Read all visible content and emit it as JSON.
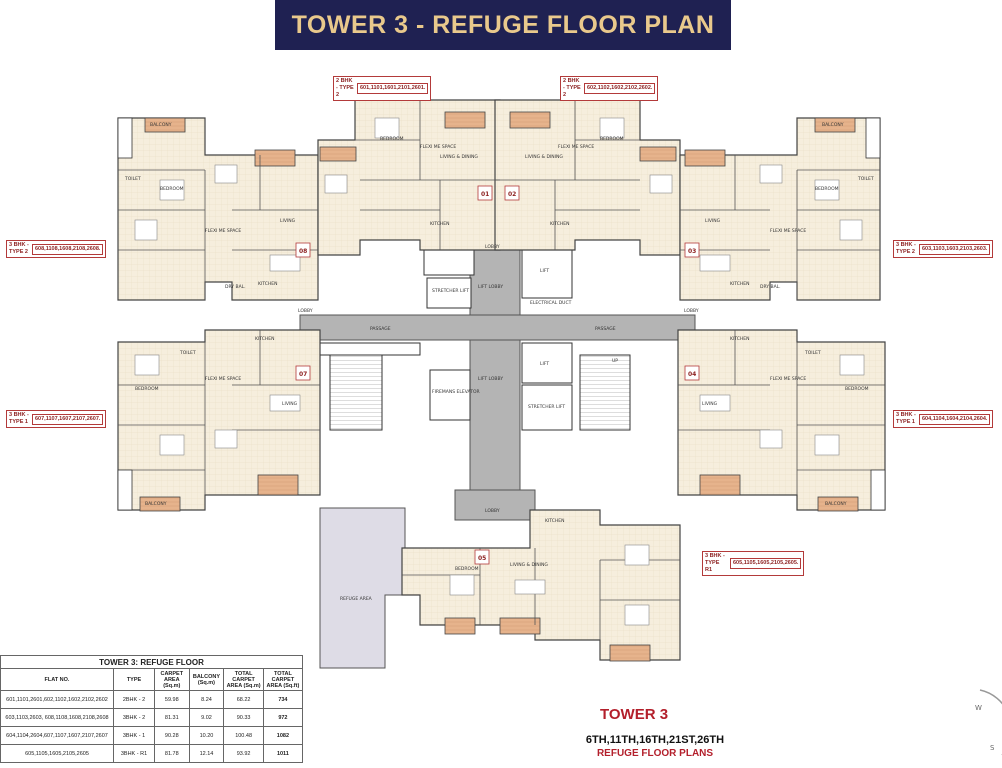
{
  "banner_title": "TOWER 3 - REFUGE FLOOR PLAN",
  "unit_tags": [
    {
      "type": "2 BHK - TYPE 2",
      "units": "601,1101,1601,2101,2601."
    },
    {
      "type": "2 BHK - TYPE 2",
      "units": "602,1102,1602,2102,2602."
    },
    {
      "type": "3 BHK - TYPE 2",
      "units": "608,1108,1608,2108,2608."
    },
    {
      "type": "3 BHK - TYPE 2",
      "units": "603,1103,1603,2103,2603."
    },
    {
      "type": "3 BHK - TYPE 1",
      "units": "607,1107,1607,2107,2607."
    },
    {
      "type": "3 BHK - TYPE 1",
      "units": "604,1104,1604,2104,2604."
    },
    {
      "type": "3 BHK - TYPE R1",
      "units": "605,1105,1605,2105,2605."
    }
  ],
  "flat_labels": [
    "01",
    "02",
    "03",
    "04",
    "05",
    "07",
    "08"
  ],
  "room_labels": {
    "lobby": "LOBBY",
    "lift_lobby": "LIFT LOBBY",
    "lift": "LIFT",
    "stretcher_lift": "STRETCHER LIFT",
    "electrical_duct": "ELECTRICAL DUCT",
    "fireman_elevator": "FIREMANS ELEVATOR",
    "passage": "PASSAGE",
    "refuge_area": "REFUGE AREA",
    "up": "UP",
    "living": "LIVING",
    "bedroom": "BEDROOM",
    "kitchen": "KITCHEN",
    "toilet": "TOILET",
    "balcony": "BALCONY",
    "dry_bal": "DRY BAL.",
    "living_dining": "LIVING & DINING",
    "flexi_space": "FLEXI ME SPACE"
  },
  "table": {
    "title": "TOWER 3: REFUGE FLOOR",
    "headers": [
      "FLAT NO.",
      "TYPE",
      "CARPET AREA (Sq.m)",
      "BALCONY (Sq.m)",
      "TOTAL CARPET AREA (Sq.m)",
      "TOTAL CARPET AREA (Sq.ft)"
    ],
    "rows": [
      [
        "601,1101,2601,602,1102,1602,2102,2602",
        "2BHK - 2",
        "59.98",
        "8.24",
        "68.22",
        "734"
      ],
      [
        "603,1103,2603, 608,1108,1608,2108,2608",
        "3BHK - 2",
        "81.31",
        "9.02",
        "90.33",
        "972"
      ],
      [
        "604,1104,2604,607,1107,1607,2107,2607",
        "3BHK - 1",
        "90.28",
        "10.20",
        "100.48",
        "1082"
      ],
      [
        "605,1105,1605,2105,2605",
        "3BHK - R1",
        "81.78",
        "12.14",
        "93.92",
        "1011"
      ]
    ]
  },
  "tower_name": "TOWER 3",
  "floors": "6TH,11TH,16TH,21ST,26TH",
  "subtitle": "REFUGE FLOOR PLANS",
  "colors": {
    "banner": "#1f2152",
    "banner_text": "#e9c98c",
    "accent": "#b31f2b",
    "room_fill": "#f5ecd8",
    "balcony_fill": "#e8b48f",
    "core_fill": "#a9a9a9"
  }
}
